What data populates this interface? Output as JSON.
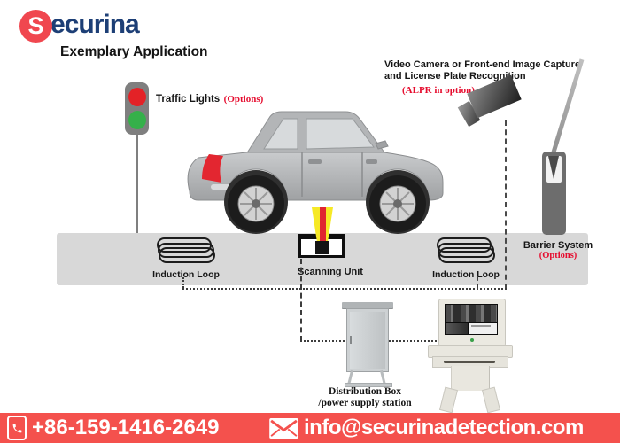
{
  "logo": {
    "initial": "S",
    "name": "ecurina"
  },
  "heading": "Exemplary Application",
  "traffic_light": {
    "label": "Traffic Lights",
    "option": "(Options)"
  },
  "camera": {
    "line1": "Video Camera or Front-end Image Capture",
    "line2": "and License Plate Recognition",
    "option": "(ALPR in option)"
  },
  "barrier": {
    "label": "Barrier System",
    "option": "(Options)"
  },
  "loops": {
    "left": "Induction Loop",
    "right": "Induction Loop"
  },
  "scanner": {
    "label": "Scanning Unit"
  },
  "distribution": {
    "line1": "Distribution Box",
    "line2": "/power supply station"
  },
  "footer": {
    "phone": "+86-159-1416-2649",
    "email": "info@securinadetection.com"
  },
  "colors": {
    "bar_red": "#f4514d",
    "logo_red": "#f0474f",
    "logo_navy": "#1d3f76",
    "option_red": "#e60c2e",
    "road_gray": "#d8d8d8",
    "beam_yellow": "#f6e926",
    "beam_red": "#e02530",
    "traffic_red": "#e32227",
    "traffic_green": "#35b04a"
  }
}
